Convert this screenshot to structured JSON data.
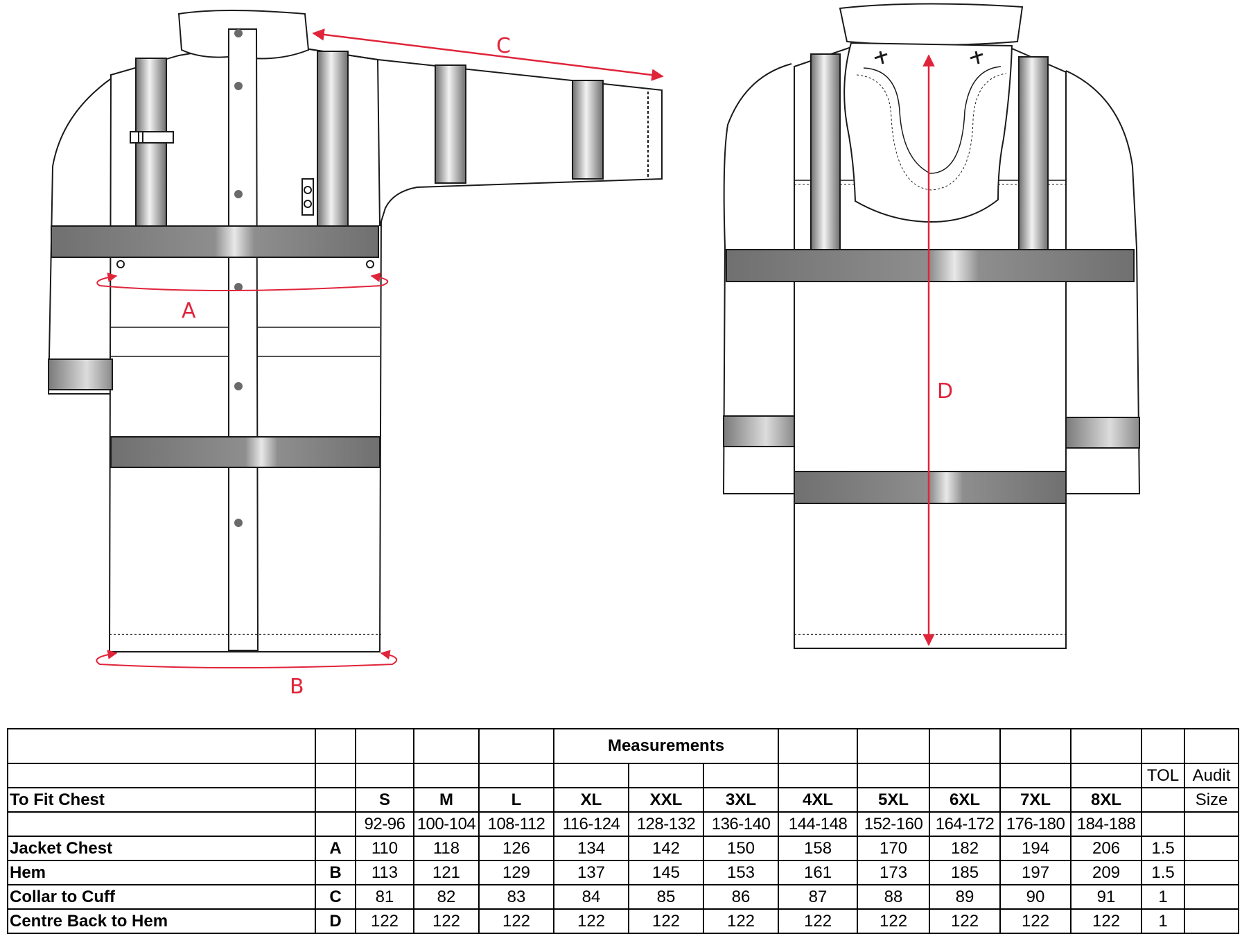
{
  "diagram": {
    "labels": {
      "a": "A",
      "b": "B",
      "c": "C",
      "d": "D"
    },
    "colors": {
      "dimension": "#e0243a",
      "line": "#1a1a1a",
      "tape": "#8a8a8a"
    }
  },
  "table": {
    "title": "Measurements",
    "tol_header": "TOL",
    "audit_header_1": "Audit",
    "audit_header_2": "Size",
    "to_fit_label": "To Fit Chest",
    "sizes": [
      "S",
      "M",
      "L",
      "XL",
      "XXL",
      "3XL",
      "4XL",
      "5XL",
      "6XL",
      "7XL",
      "8XL"
    ],
    "chest_ranges": [
      "92-96",
      "100-104",
      "108-112",
      "116-124",
      "128-132",
      "136-140",
      "144-148",
      "152-160",
      "164-172",
      "176-180",
      "184-188"
    ],
    "rows": [
      {
        "label": "Jacket Chest",
        "code": "A",
        "values": [
          "110",
          "118",
          "126",
          "134",
          "142",
          "150",
          "158",
          "170",
          "182",
          "194",
          "206"
        ],
        "tol": "1.5"
      },
      {
        "label": "Hem",
        "code": "B",
        "values": [
          "113",
          "121",
          "129",
          "137",
          "145",
          "153",
          "161",
          "173",
          "185",
          "197",
          "209"
        ],
        "tol": "1.5"
      },
      {
        "label": "Collar to Cuff",
        "code": "C",
        "values": [
          "81",
          "82",
          "83",
          "84",
          "85",
          "86",
          "87",
          "88",
          "89",
          "90",
          "91"
        ],
        "tol": "1"
      },
      {
        "label": "Centre Back to Hem",
        "code": "D",
        "values": [
          "122",
          "122",
          "122",
          "122",
          "122",
          "122",
          "122",
          "122",
          "122",
          "122",
          "122"
        ],
        "tol": "1"
      }
    ]
  }
}
